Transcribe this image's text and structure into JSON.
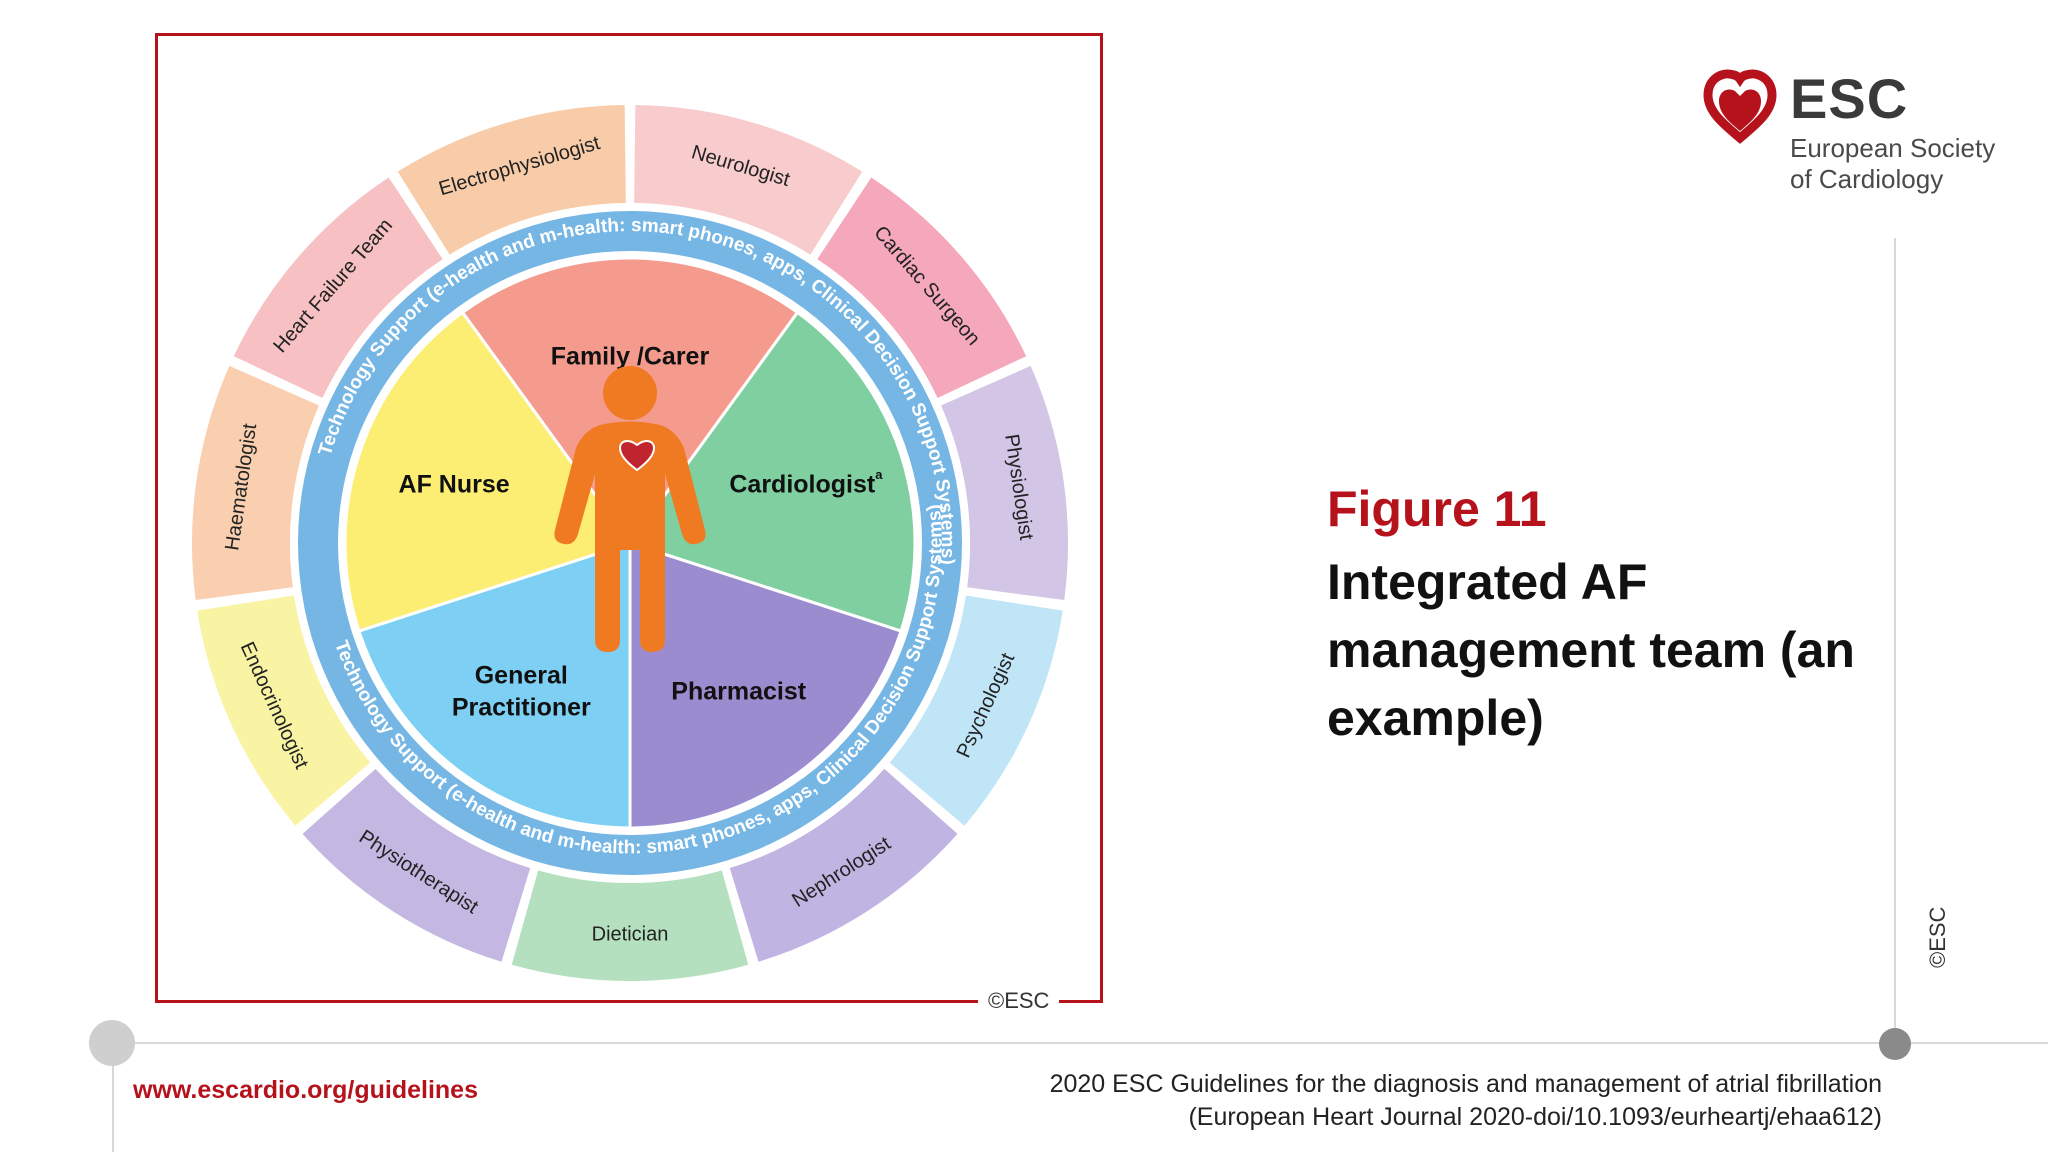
{
  "diagram": {
    "copyright": "©ESC",
    "center_figure": "person-with-heart-icon",
    "inner_segments": [
      {
        "label_lines": [
          "Family /Carer"
        ],
        "color": "#f59b8e"
      },
      {
        "label_lines": [
          "Cardiologist"
        ],
        "superscript": "a",
        "color": "#7fcfa1"
      },
      {
        "label_lines": [
          "Pharmacist"
        ],
        "color": "#9b8ccf"
      },
      {
        "label_lines": [
          "General",
          "Practitioner"
        ],
        "color": "#7dd0f4"
      },
      {
        "label_lines": [
          "AF Nurse"
        ],
        "color": "#fbee72"
      }
    ],
    "technology_ring": {
      "color": "#75b6e5",
      "top_text": "Technology Support (e-health and m-health: smart phones, apps, Clinical Decision Support Systems)",
      "bottom_text": "Technology Support (e-health and m-health: smart phones, apps, Clinical Decision Support Systems)"
    },
    "outer_segments": [
      {
        "label": "Neurologist",
        "color": "#f8cccc"
      },
      {
        "label": "Cardiac Surgeon",
        "color": "#f5a8bc"
      },
      {
        "label": "Physiologist",
        "color": "#d2c5e6"
      },
      {
        "label": "Psychologist",
        "color": "#c0e5f7"
      },
      {
        "label": "Nephrologist",
        "color": "#c0b4e2"
      },
      {
        "label": "Dietician",
        "color": "#b5e0bf"
      },
      {
        "label": "Physiotherapist",
        "color": "#c4b8e3"
      },
      {
        "label": "Endocrinologist",
        "color": "#f9f3a4"
      },
      {
        "label": "Haematologist",
        "color": "#f9cfb0"
      },
      {
        "label": "Heart Failure Team",
        "color": "#f7c0c2"
      },
      {
        "label": "Electrophysiologist",
        "color": "#f8cca8"
      }
    ]
  },
  "logo": {
    "name": "ESC",
    "subtitle": "European Society of Cardiology",
    "icon": "heart-logo-icon",
    "color": "#b5121b"
  },
  "figure": {
    "number": "Figure 11",
    "title": "Integrated AF management team (an example)"
  },
  "footer": {
    "url": "www.escardio.org/guidelines",
    "citation_line1": "2020 ESC Guidelines for the diagnosis and management of atrial fibrillation",
    "citation_line2": "(European Heart Journal 2020-doi/10.1093/eurheartj/ehaa612)",
    "side_copyright": "©ESC"
  }
}
